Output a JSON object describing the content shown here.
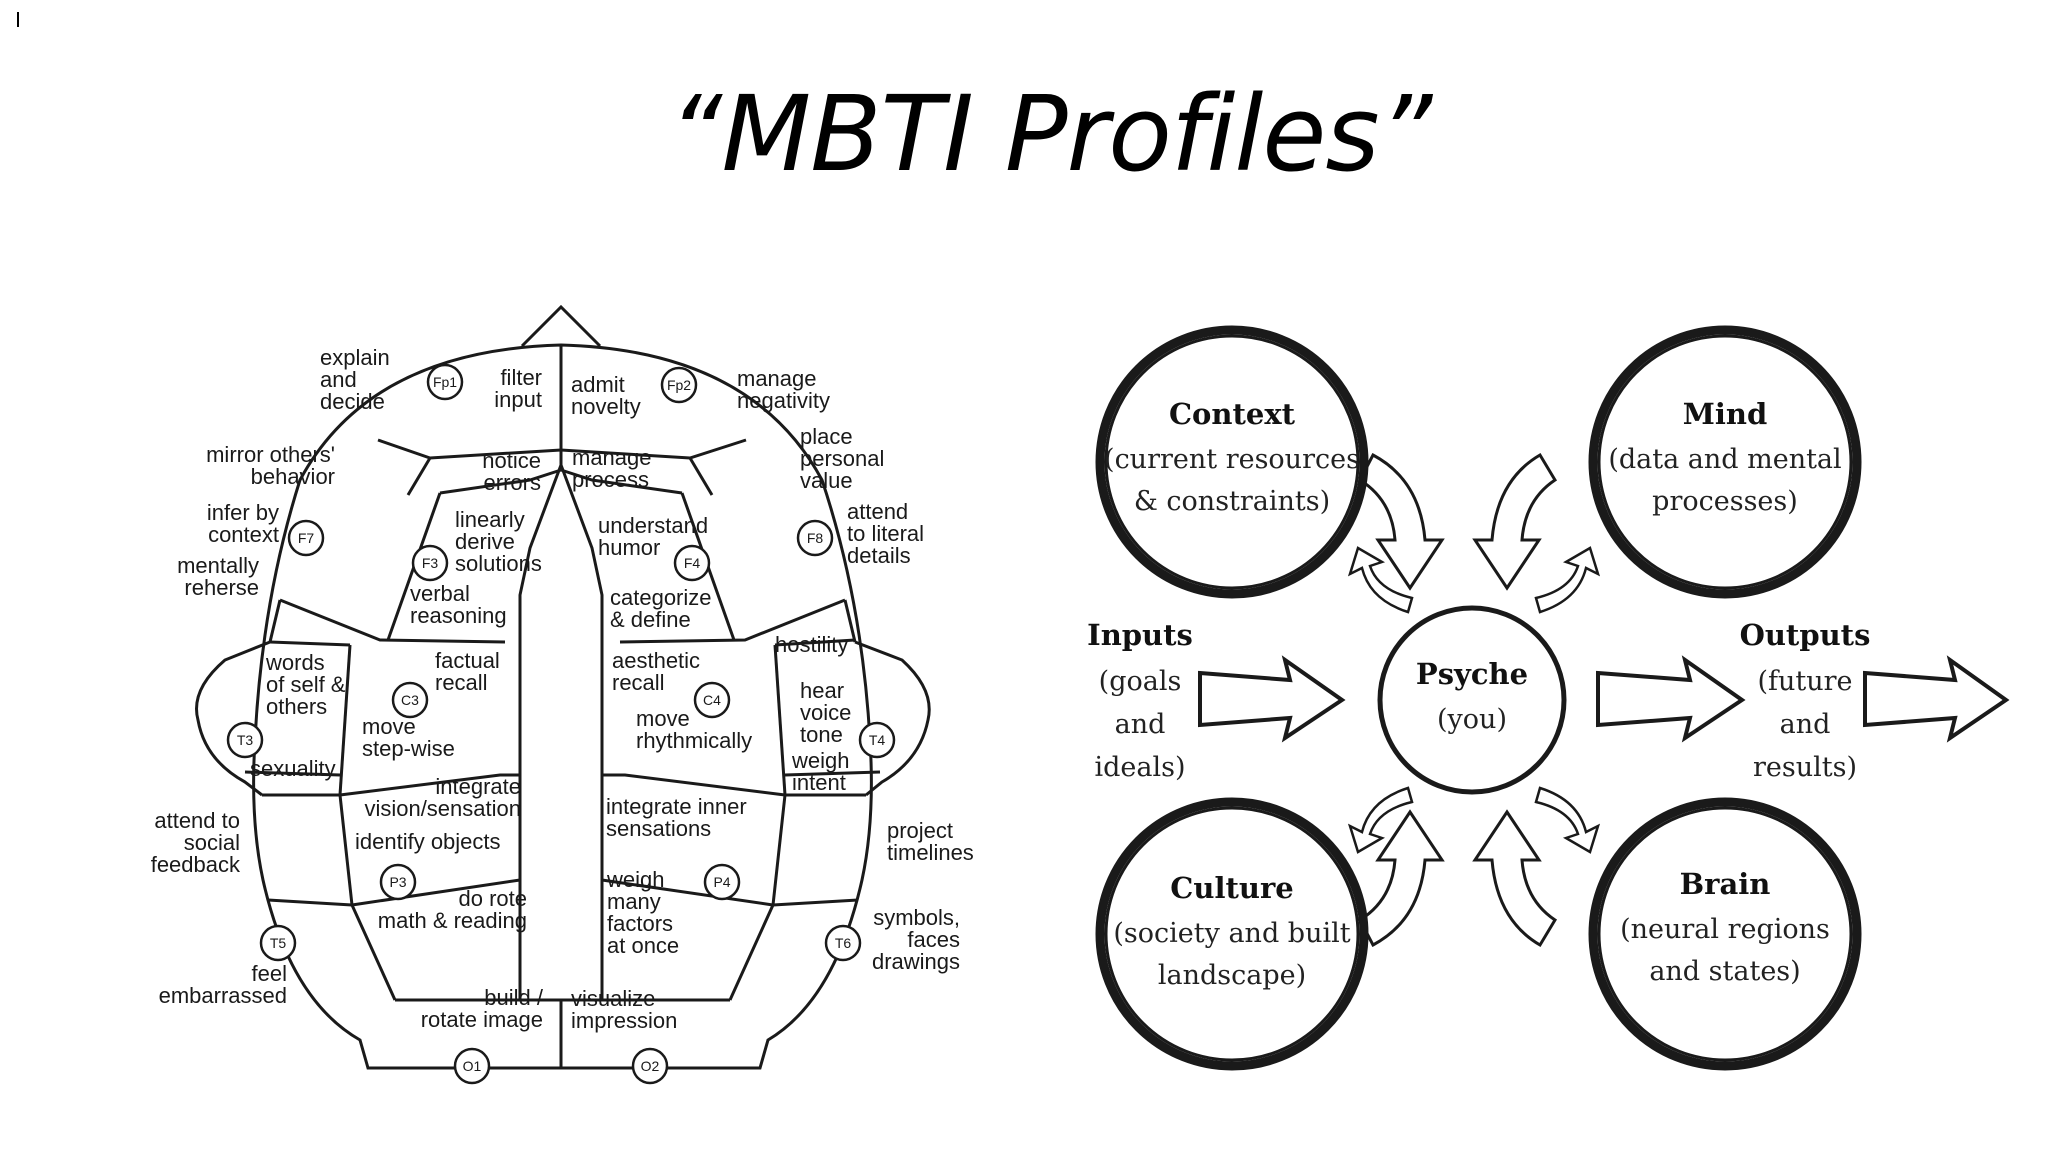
{
  "page": {
    "title": "“MBTI Profiles”"
  },
  "brain_map": {
    "regions": {
      "fp1": [
        "filter",
        "input"
      ],
      "fp2": [
        "admit",
        "novelty"
      ],
      "notice": [
        "notice",
        "errors"
      ],
      "manage_process": [
        "manage",
        "process"
      ],
      "linearly": [
        "linearly",
        "derive",
        "solutions"
      ],
      "verbal": [
        "verbal",
        "reasoning"
      ],
      "understand": [
        "understand",
        "humor"
      ],
      "categorize": [
        "categorize",
        "& define"
      ],
      "words": [
        "words",
        "of self &",
        "others"
      ],
      "sexuality": [
        "sexuality"
      ],
      "factual": [
        "factual",
        "recall"
      ],
      "move_step": [
        "move",
        "step-wise"
      ],
      "aesthetic": [
        "aesthetic",
        "recall"
      ],
      "move_rhythm": [
        "move",
        "rhythmically"
      ],
      "hostility": [
        "hostility"
      ],
      "hear": [
        "hear",
        "voice",
        "tone"
      ],
      "weigh_intent": [
        "weigh",
        "intent"
      ],
      "integrate_vision": [
        "integrate",
        "vision/sensation"
      ],
      "identify": [
        "identify objects"
      ],
      "rote": [
        "do rote",
        "math & reading"
      ],
      "integrate_inner": [
        "integrate inner",
        "sensations"
      ],
      "weigh_many": [
        "weigh",
        "many",
        "factors",
        "at once"
      ],
      "build": [
        "build /",
        "rotate image"
      ],
      "visualize": [
        "visualize",
        "impression"
      ]
    },
    "outer_labels": {
      "explain": [
        "explain",
        "and",
        "decide"
      ],
      "manage_neg": [
        "manage",
        "negativity"
      ],
      "mirror": [
        "mirror others'",
        "behavior"
      ],
      "place": [
        "place",
        "personal",
        "value"
      ],
      "infer": [
        "infer by",
        "context"
      ],
      "attend_literal": [
        "attend",
        "to literal",
        "details"
      ],
      "rehearse": [
        "mentally",
        "reherse"
      ],
      "attend_social": [
        "attend to",
        "social",
        "feedback"
      ],
      "project": [
        "project",
        "timelines"
      ],
      "embarrassed": [
        "feel",
        "embarrassed"
      ],
      "symbols": [
        "symbols,",
        "faces",
        "drawings"
      ]
    },
    "badges": {
      "fp1": "Fp1",
      "fp2": "Fp2",
      "f7": "F7",
      "f8": "F8",
      "f3": "F3",
      "f4": "F4",
      "c3": "C3",
      "c4": "C4",
      "t3": "T3",
      "t4": "T4",
      "p3": "P3",
      "p4": "P4",
      "t5": "T5",
      "t6": "T6",
      "o1": "O1",
      "o2": "O2"
    }
  },
  "psyche_diagram": {
    "context": {
      "title": "Context",
      "lines": [
        "(current resources",
        "& constraints)"
      ]
    },
    "mind": {
      "title": "Mind",
      "lines": [
        "(data and mental",
        "processes)"
      ]
    },
    "psyche": {
      "title": "Psyche",
      "lines": [
        "(you)"
      ]
    },
    "culture": {
      "title": "Culture",
      "lines": [
        "(society and built",
        "landscape)"
      ]
    },
    "brain": {
      "title": "Brain",
      "lines": [
        "(neural regions",
        "and states)"
      ]
    },
    "inputs": {
      "title": "Inputs",
      "lines": [
        "(goals",
        "and",
        "ideals)"
      ]
    },
    "outputs": {
      "title": "Outputs",
      "lines": [
        "(future",
        "and",
        "results)"
      ]
    }
  }
}
